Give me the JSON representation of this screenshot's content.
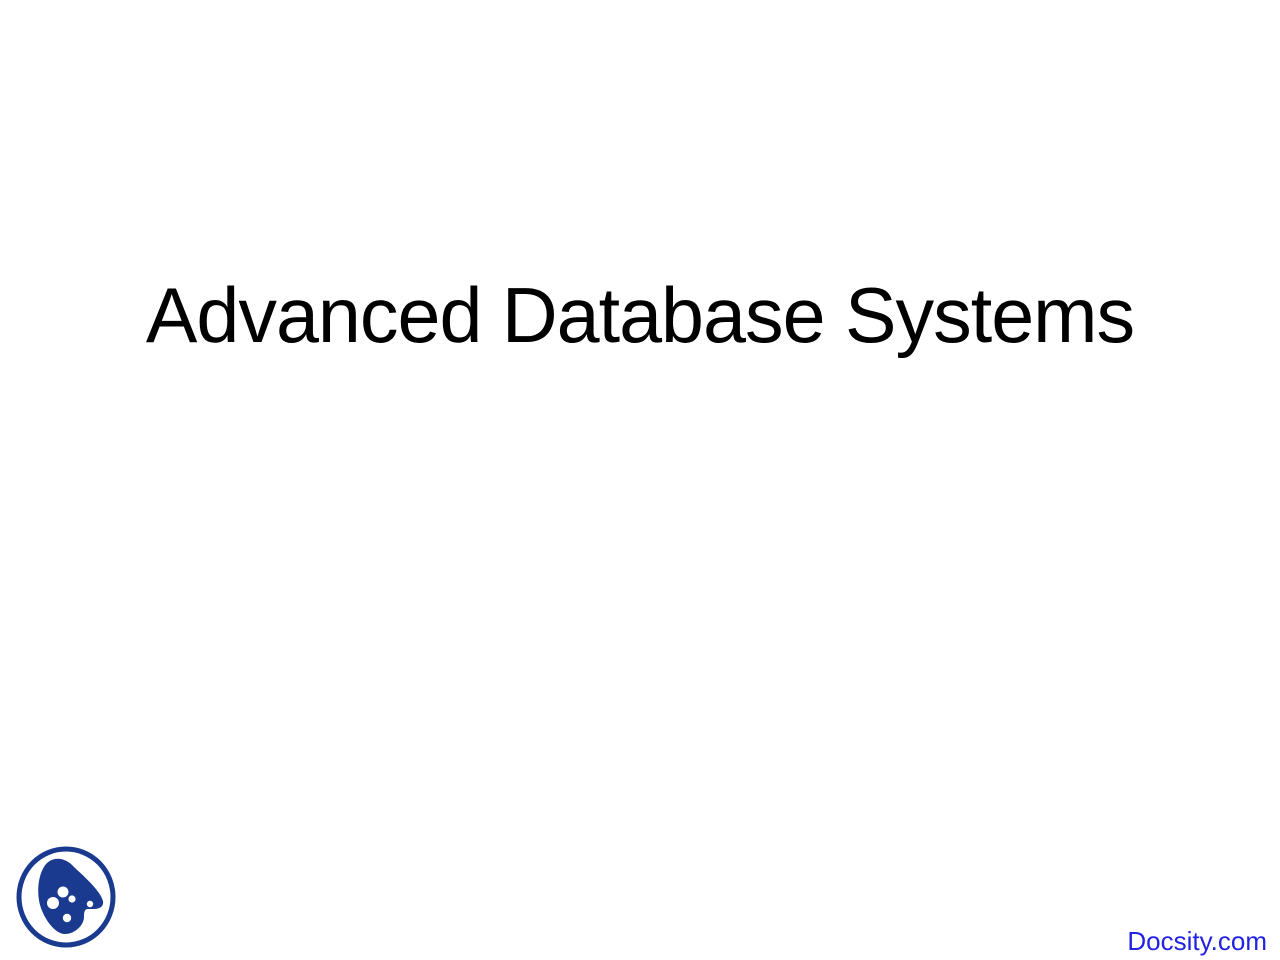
{
  "slide": {
    "title": "Advanced Database Systems"
  },
  "footer": {
    "watermark": "Docsity.com"
  },
  "logo": {
    "name": "docsity-logo",
    "description": "blue circle containing blue blob with white dots"
  },
  "colors": {
    "background": "#ffffff",
    "title_text": "#000000",
    "watermark_blue": "#2222e2",
    "logo_blue": "#1a3a8f",
    "logo_dot_white": "#ffffff"
  }
}
